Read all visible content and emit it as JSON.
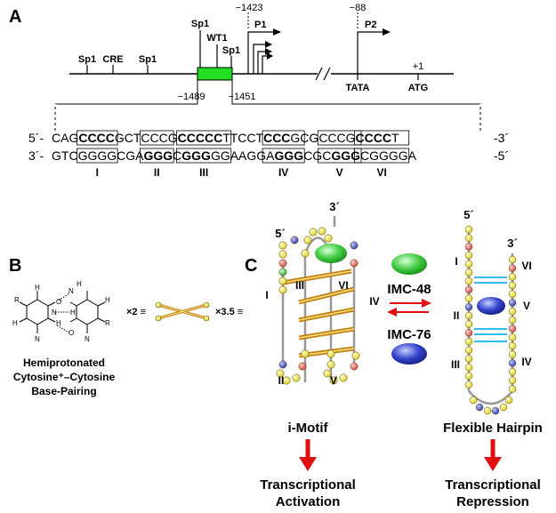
{
  "panel_a": {
    "panel_label": "A",
    "promoter_sites": {
      "sp1_a": "Sp1",
      "cre": "CRE",
      "sp1_b": "Sp1",
      "sp1_top": "Sp1",
      "wt1": "WT1",
      "sp1_c": "Sp1",
      "p1": "P1",
      "p1_pos": "−1423",
      "p2": "P2",
      "p2_pos": "−88",
      "tata": "TATA",
      "atg": "ATG",
      "plus1": "+1"
    },
    "box_start": "−1489",
    "box_end": "−1451",
    "box_color": "#22dd22",
    "sequence": {
      "top_prefix": "5´-",
      "top_suffix": "-3´",
      "bottom_prefix": "3´-",
      "bottom_suffix": "-5´",
      "top_segments": [
        "CAG",
        "C",
        "CCC",
        "GCT",
        "CCC",
        "G",
        "C",
        "CCCC",
        "TTCCT",
        "CCC",
        "GCG",
        "CCC",
        "G",
        "CCCC",
        "T"
      ],
      "bottom_segments": [
        "GTC",
        "GGGG",
        "CGA",
        "GGG",
        "C",
        "GGG",
        "GG",
        "AAGGA",
        "GGG",
        "CGC",
        "GGG",
        "C",
        "GGGG",
        "A"
      ],
      "tract_labels": [
        "I",
        "II",
        "III",
        "IV",
        "V",
        "VI"
      ]
    }
  },
  "panel_b": {
    "panel_label": "B",
    "atoms": {
      "n": "N",
      "o": "O",
      "h": "H",
      "r": "R",
      "plus": "+"
    },
    "times2": "×2 ≡",
    "times35": "×3.5 ≡",
    "caption_l1": "Hemiprotonated",
    "caption_l2": "Cytosine⁺–Cytosine",
    "caption_l3": "Base-Pairing"
  },
  "panel_c": {
    "panel_label": "C",
    "imotif": {
      "five_prime": "5´",
      "three_prime": "3´",
      "tracts": [
        "I",
        "II",
        "III",
        "IV",
        "V",
        "VI"
      ],
      "name": "i-Motif",
      "outcome_l1": "Transcriptional",
      "outcome_l2": "Activation"
    },
    "hairpin": {
      "five_prime": "5´",
      "three_prime": "3´",
      "tracts": [
        "I",
        "II",
        "III",
        "VI",
        "V",
        "IV"
      ],
      "name": "Flexible Hairpin",
      "outcome_l1": "Transcriptional",
      "outcome_l2": "Repression"
    },
    "compound_1": "IMC-48",
    "compound_2": "IMC-76",
    "colors": {
      "bead": "#e8e84a",
      "bead_red": "#e06060",
      "bead_blue": "#4a5ed0",
      "bead_green": "#4ac04a",
      "strut": "#e0a020",
      "pair_line": "#33bbee",
      "arrow_red": "#e01010",
      "green_ellipse": "#33cc33",
      "blue_ellipse": "#3344cc"
    }
  }
}
